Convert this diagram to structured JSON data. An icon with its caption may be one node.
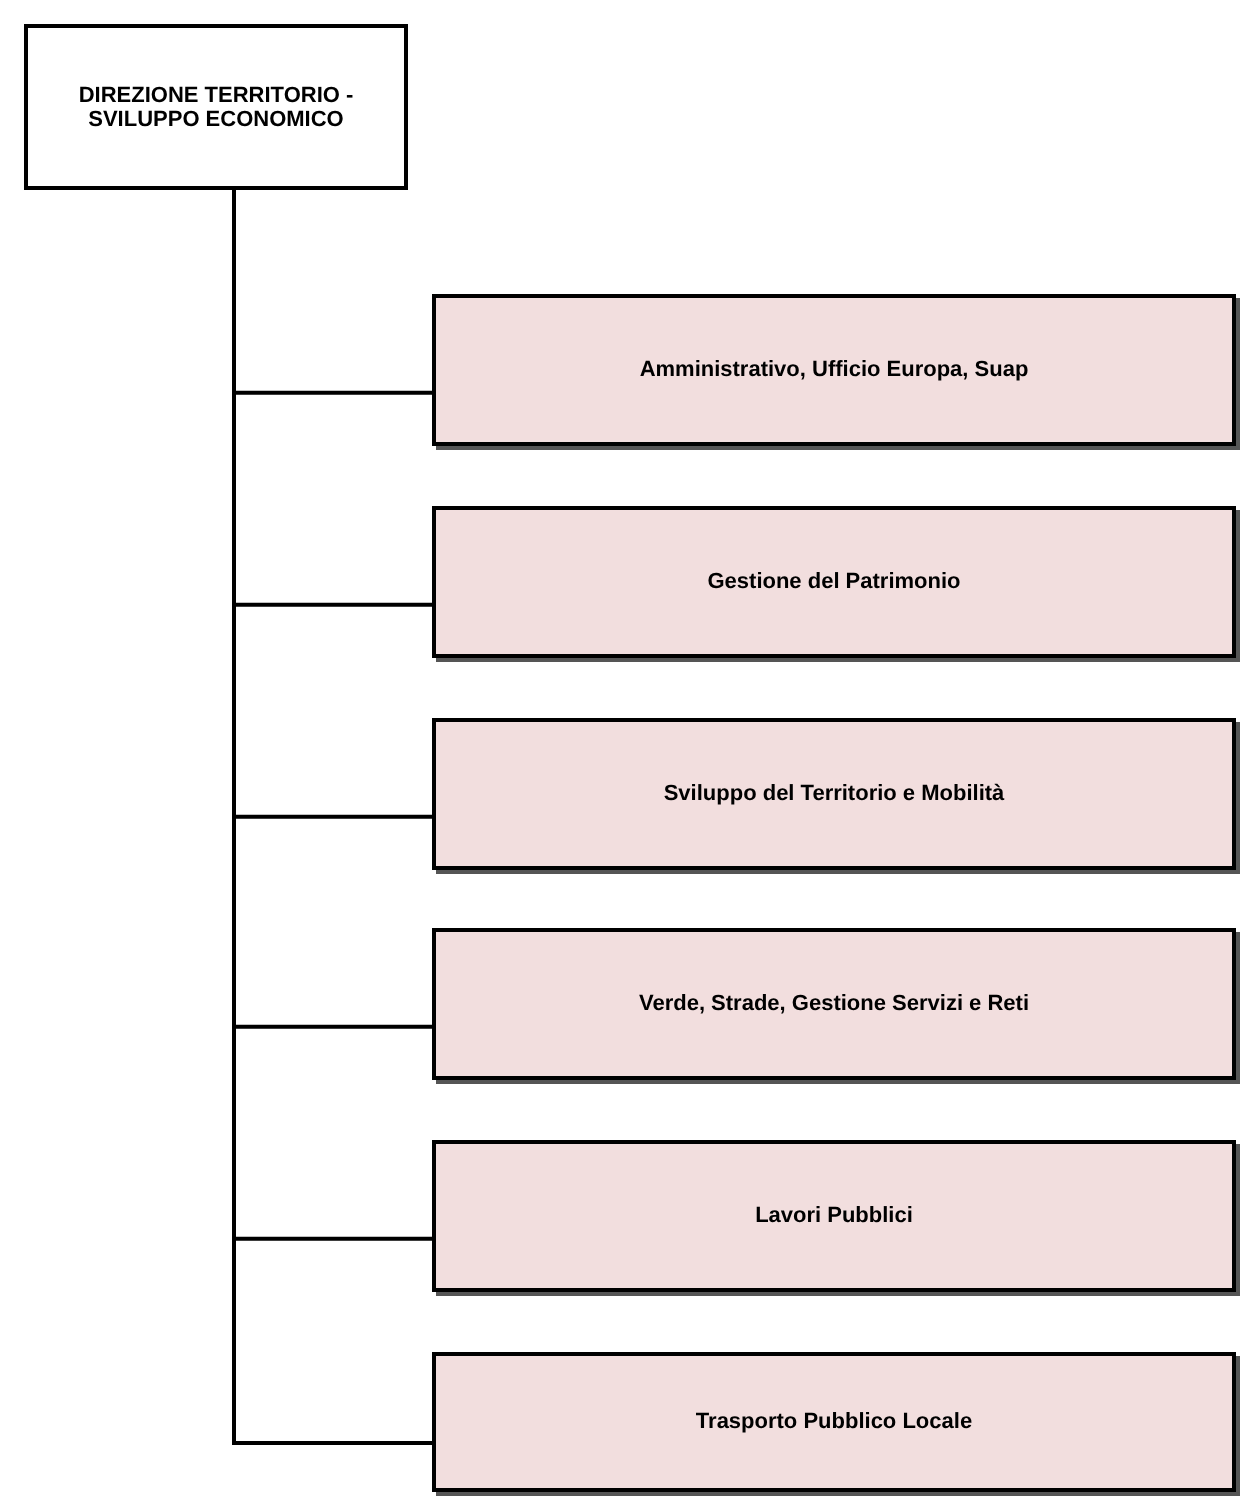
{
  "diagram": {
    "nodes": [
      {
        "text": [
          "DIREZIONE TERRITORIO - SVILUPPO ECONOMICO"
        ]
      },
      {
        "text": [
          "Amministrativo, Ufficio Europa, Suap"
        ]
      },
      {
        "text": [
          "Gestione del Patrimonio"
        ]
      },
      {
        "text": [
          "Sviluppo del Territorio e Mobilità"
        ]
      },
      {
        "text": [
          "Verde, Strade, Gestione Servizi e Reti"
        ]
      },
      {
        "text": [
          "Lavori Pubblici"
        ]
      },
      {
        "text": [
          "Trasporto Pubblico Locale"
        ]
      }
    ],
    "edges": [
      {
        "from": 0,
        "to": 1,
        "arrow": "none"
      },
      {
        "from": 0,
        "to": 2,
        "arrow": "none"
      },
      {
        "from": 0,
        "to": 3,
        "arrow": "none"
      },
      {
        "from": 0,
        "to": 4,
        "arrow": "none"
      },
      {
        "from": 0,
        "to": 5,
        "arrow": "none"
      },
      {
        "from": 0,
        "to": 6,
        "arrow": "none"
      }
    ]
  }
}
